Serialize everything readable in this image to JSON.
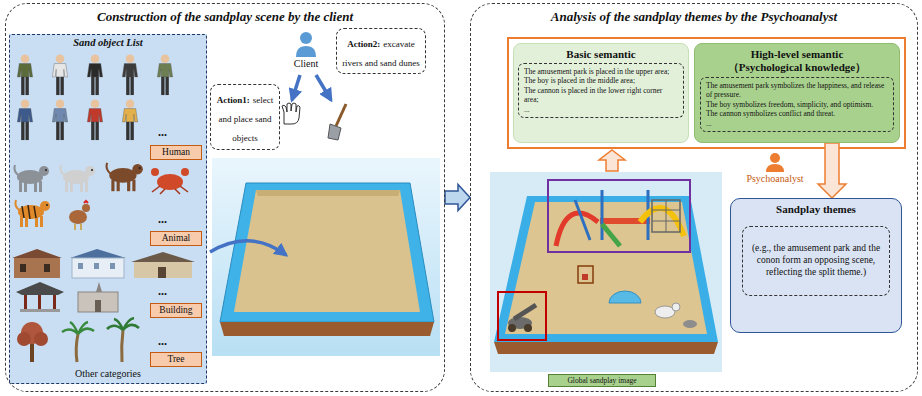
{
  "diagram": {
    "nodes": [
      {
        "text": [
          "Construction of the sandplay scene by the client"
        ]
      },
      {
        "text": [
          "Sand object List",
          "Other categories"
        ],
        "in": 0
      },
      {
        "text": [
          "Human"
        ],
        "in": 1
      },
      {
        "text": [
          "Animal"
        ],
        "in": 1
      },
      {
        "text": [
          "Building"
        ],
        "in": 1
      },
      {
        "text": [
          "Tree"
        ],
        "in": 1
      },
      {
        "text": [
          "Client"
        ],
        "in": 0
      },
      {
        "text": [
          "Action1:",
          "select and place sand objects"
        ],
        "in": 0
      },
      {
        "text": [
          "Action2:",
          "excavate rivers and sand dunes"
        ],
        "in": 0
      },
      {
        "text": [
          "Analysis of the sandplay themes by the Psychoanalyst"
        ]
      },
      {
        "text": [
          "Basic semantic"
        ],
        "in": 9
      },
      {
        "text": [
          "The amusement park is placed in the upper area;",
          "The boy is placed in the middle area;",
          "The cannon is placed in the lower right corner area;",
          "..."
        ],
        "in": 10
      },
      {
        "text": [
          "High-level semantic",
          "（Psychological knowledge）"
        ],
        "in": 9
      },
      {
        "text": [
          "The amusement park symbolizes the happiness, and release of pressure.",
          "The boy symbolizes freedom, simplicity, and optimism.",
          "The cannon symbolizes conflict and threat.",
          "..."
        ],
        "in": 12
      },
      {
        "text": [
          "Psychoanalyst"
        ],
        "in": 9
      },
      {
        "text": [
          "Sandplay themes"
        ],
        "in": 9
      },
      {
        "text": [
          "(e.g., the amusement park and the conon form an opposing scene, reflecting the split theme.)"
        ],
        "in": 15
      },
      {
        "text": [
          "Global sandplay image"
        ],
        "in": 9
      }
    ],
    "edges": [
      {
        "from": 0,
        "to": 9,
        "arrow": "to"
      },
      {
        "from": 12,
        "to": 15,
        "arrow": "to"
      }
    ],
    "labels": [
      "...",
      "...",
      "...",
      "..."
    ]
  }
}
